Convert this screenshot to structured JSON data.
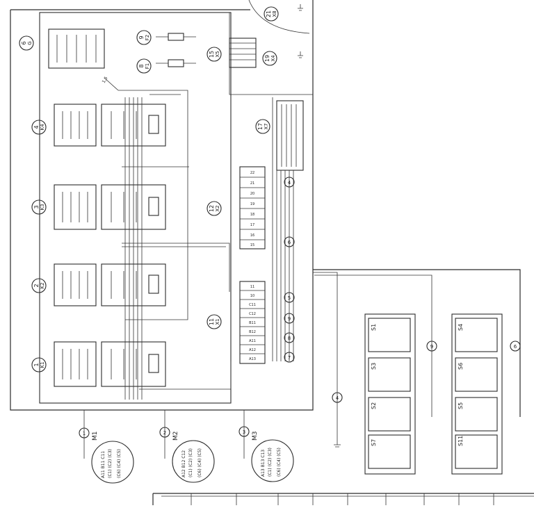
{
  "diagram": {
    "relays": [
      {
        "num": "4",
        "code": "K4"
      },
      {
        "num": "3",
        "code": "K3"
      },
      {
        "num": "2",
        "code": "K2"
      },
      {
        "num": "1",
        "code": "K1"
      }
    ],
    "top_badges": [
      {
        "num": "6",
        "code": "G"
      },
      {
        "num": "9",
        "code": "F2"
      },
      {
        "num": "8",
        "code": "F1"
      },
      {
        "num": "15",
        "code": "X5"
      },
      {
        "num": "19",
        "code": "X4"
      },
      {
        "num": "21",
        "code": "X8"
      },
      {
        "num": "17",
        "code": "X7"
      }
    ],
    "mid_badges": [
      {
        "num": "12",
        "code": "X2"
      },
      {
        "num": "11",
        "code": "X1"
      }
    ],
    "motors": [
      {
        "name": "M1",
        "terms_top": "A11 B11 C11",
        "terms_mid": "(C1) (C2) (C3)",
        "terms_bot": "(C6) (C4) (C5)",
        "conn": "1"
      },
      {
        "name": "M2",
        "terms_top": "A12 B12 C12",
        "terms_mid": "(C1) (C2) (C3)",
        "terms_bot": "(C6) (C4) (C5)",
        "conn": "2"
      },
      {
        "name": "M3",
        "terms_top": "A13 B13 C13",
        "terms_mid": "(C1) (C2) (C3)",
        "terms_bot": "(C6) (C4) (C5)",
        "conn": "3"
      }
    ],
    "switches_left": [
      "S1",
      "S3",
      "S2",
      "S7"
    ],
    "switches_right": [
      "S4",
      "S6",
      "S5",
      "S11"
    ],
    "wire_numbers": [
      "4",
      "6",
      "5",
      "9",
      "8",
      "7",
      "4",
      "9",
      "6",
      "1",
      "2",
      "3"
    ],
    "terminal_strip_x1": [
      "11",
      "10",
      "C11",
      "C12",
      "B11",
      "B12",
      "A11",
      "A12",
      "A13"
    ],
    "terminal_strip_x2": [
      "22",
      "21",
      "20",
      "19",
      "18",
      "17",
      "16",
      "15"
    ],
    "wire_tag": "1,5"
  }
}
